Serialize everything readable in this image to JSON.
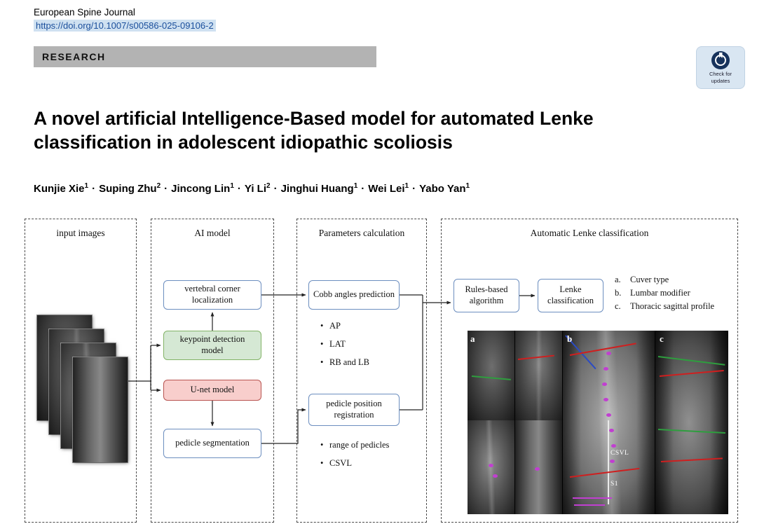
{
  "journal": {
    "name": "European Spine Journal",
    "doi": "https://doi.org/10.1007/s00586-025-09106-2"
  },
  "section_label": "RESEARCH",
  "update_badge": {
    "label_line1": "Check for",
    "label_line2": "updates"
  },
  "title_lines": [
    "A novel artificial Intelligence-Based model for automated Lenke",
    "classification in adolescent idiopathic scoliosis"
  ],
  "author_separator": "·",
  "authors": [
    {
      "name": "Kunjie Xie",
      "sup": "1"
    },
    {
      "name": "Suping Zhu",
      "sup": "2"
    },
    {
      "name": "Jincong Lin",
      "sup": "1"
    },
    {
      "name": "Yi Li",
      "sup": "2"
    },
    {
      "name": "Jinghui Huang",
      "sup": "1"
    },
    {
      "name": "Wei Lei",
      "sup": "1"
    },
    {
      "name": "Yabo Yan",
      "sup": "1"
    }
  ],
  "figure": {
    "panel_input": {
      "label": "input images"
    },
    "panel_ai": {
      "label": "AI model",
      "box_vertebral": "vertebral corner localization",
      "box_keypoint": "keypoint detection model",
      "box_unet": "U-net model",
      "box_pedicle_seg": "pedicle segmentation"
    },
    "panel_params": {
      "label": "Parameters calculation",
      "box_cobb": "Cobb angles prediction",
      "cobb_bullets": [
        "AP",
        "LAT",
        "RB and LB"
      ],
      "box_registration": "pedicle position registration",
      "registration_bullets": [
        "range of pedicles",
        "CSVL"
      ]
    },
    "panel_lenke": {
      "label": "Automatic Lenke classification",
      "box_rules": "Rules-based algorithm",
      "box_lenke": "Lenke classification",
      "legend": [
        {
          "key": "a.",
          "text": "Cuver type"
        },
        {
          "key": "b.",
          "text": "Lumbar modifier"
        },
        {
          "key": "c.",
          "text": "Thoracic sagittal profile"
        }
      ],
      "image_labels": {
        "a": "a",
        "b": "b",
        "c": "c",
        "csvl": "CSVL",
        "s1": "S1"
      }
    },
    "colors": {
      "box_border_blue": "#6c8ebf",
      "keypoint_fill": "#d5e8d4",
      "keypoint_border": "#82b366",
      "unet_fill": "#f8cecc",
      "unet_border": "#b85450",
      "doi_highlight": "#cfe1f1",
      "research_bar": "#b3b3b3"
    }
  }
}
